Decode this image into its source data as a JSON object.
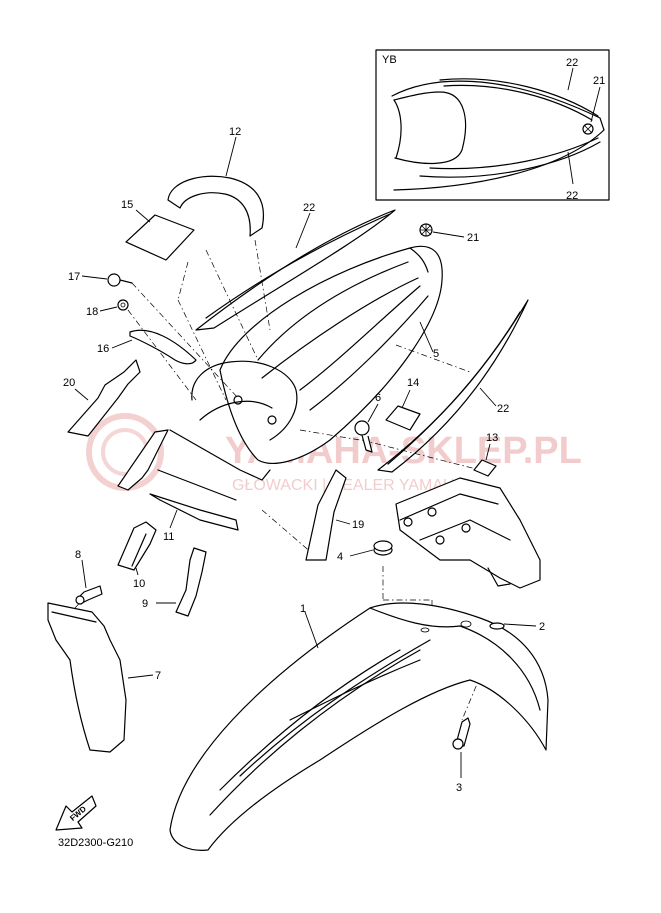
{
  "diagram": {
    "code": "32D2300-G210",
    "inset_label": "YB",
    "fwd_label": "FWD",
    "watermark": {
      "main": "YAMAHA-SKLEP.PL",
      "sub": "GŁOWACKI | DEALER YAMAHA"
    },
    "callouts": {
      "c1": "1",
      "c2": "2",
      "c3": "3",
      "c4": "4",
      "c5": "5",
      "c6": "6",
      "c7": "7",
      "c8": "8",
      "c9": "9",
      "c10": "10",
      "c11": "11",
      "c12": "12",
      "c13": "13",
      "c14": "14",
      "c15": "15",
      "c16": "16",
      "c17": "17",
      "c18": "18",
      "c19": "19",
      "c20": "20",
      "c21": "21",
      "c21b": "21",
      "c22a": "22",
      "c22b": "22",
      "c22c": "22",
      "c22d": "22"
    }
  }
}
